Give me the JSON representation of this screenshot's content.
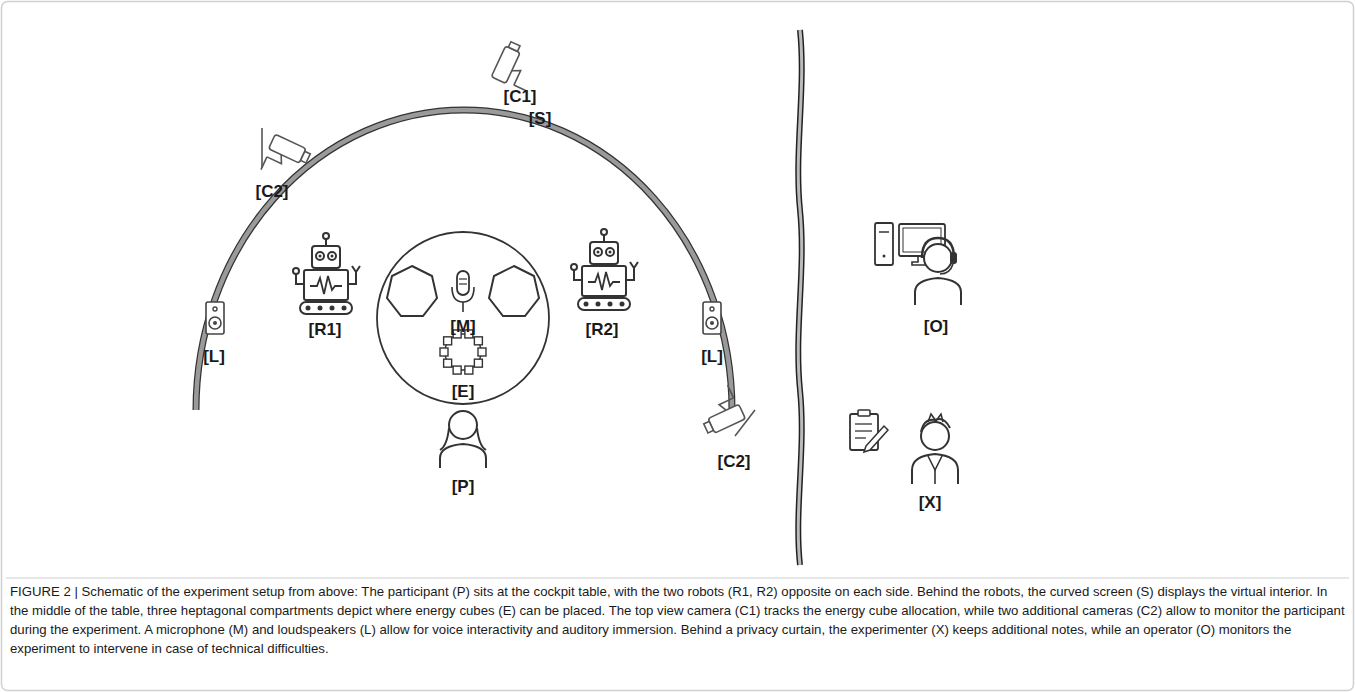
{
  "diagram": {
    "caption": "FIGURE 2 | Schematic of the experiment setup from above: The participant (P) sits at the cockpit table, with the two robots (R1, R2) opposite on each side. Behind the robots, the curved screen (S) displays the virtual interior. In the middle of the table, three heptagonal compartments depict where energy cubes (E) can be placed. The top view camera (C1) tracks the energy cube allocation, while two additional cameras (C2) allow to monitor the participant during the experiment. A microphone (M) and loudspeakers (L) allow for voice interactivity and auditory immersion. Behind a privacy curtain, the experimenter (X) keeps additional notes, while an operator (O) monitors the experiment to intervene in case of technical difficulties.",
    "labels": [
      "[C1]",
      "[S]",
      "[C2]",
      "[R1]",
      "[M]",
      "[R2]",
      "[L]",
      "[L]",
      "[E]",
      "[O]",
      "[P]",
      "[C2]",
      "[X]"
    ]
  }
}
